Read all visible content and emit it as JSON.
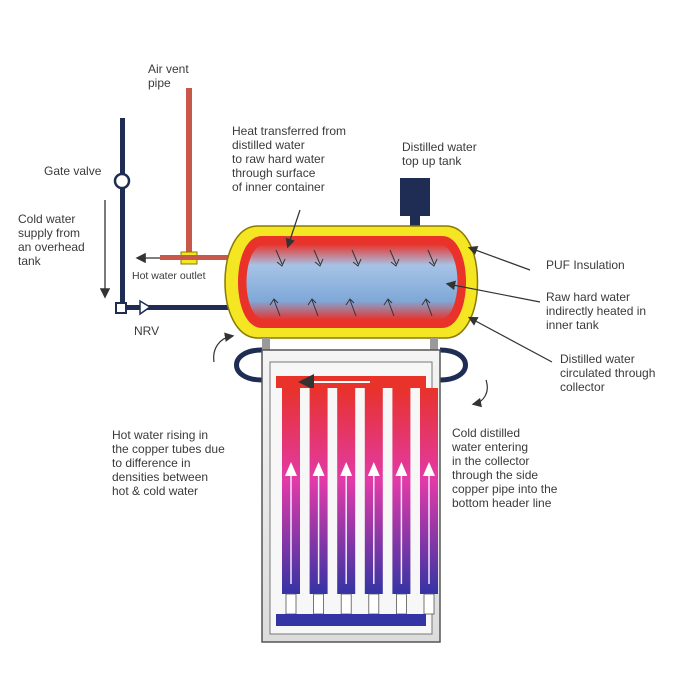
{
  "labels": {
    "air_vent_pipe": "Air vent\npipe",
    "heat_transferred": "Heat transferred from\ndistilled water\nto raw hard water\nthrough surface\nof inner container",
    "distilled_top_up": "Distilled water\ntop up tank",
    "gate_valve": "Gate valve",
    "cold_water_supply": "Cold water\nsupply from\nan overhead\ntank",
    "hot_water_outlet": "Hot water outlet",
    "nrv": "NRV",
    "puf_insulation": "PUF Insulation",
    "raw_hard_water": "Raw hard water\nindirectly heated in\ninner tank",
    "distilled_circulated": "Distilled water\ncirculated through\ncollector",
    "hot_water_rising": "Hot water rising in\nthe copper tubes due\nto difference in\ndensities between\nhot & cold water",
    "cold_distilled_entering": "Cold distilled\nwater entering\nin the collector\nthrough the side\ncopper pipe into the\nbottom header line"
  },
  "colors": {
    "insulation": "#f5e623",
    "outer_shell_red": "#e8322a",
    "raw_water_blue": "#8fb7e0",
    "pipe_dark": "#1f2d55",
    "vent_pipe": "#c8584a",
    "tube_top": "#e8322a",
    "tube_mid": "#e23aa8",
    "tube_bottom": "#3a3aa8",
    "collector_frame": "#ececec"
  },
  "collector": {
    "tube_count": 6
  }
}
